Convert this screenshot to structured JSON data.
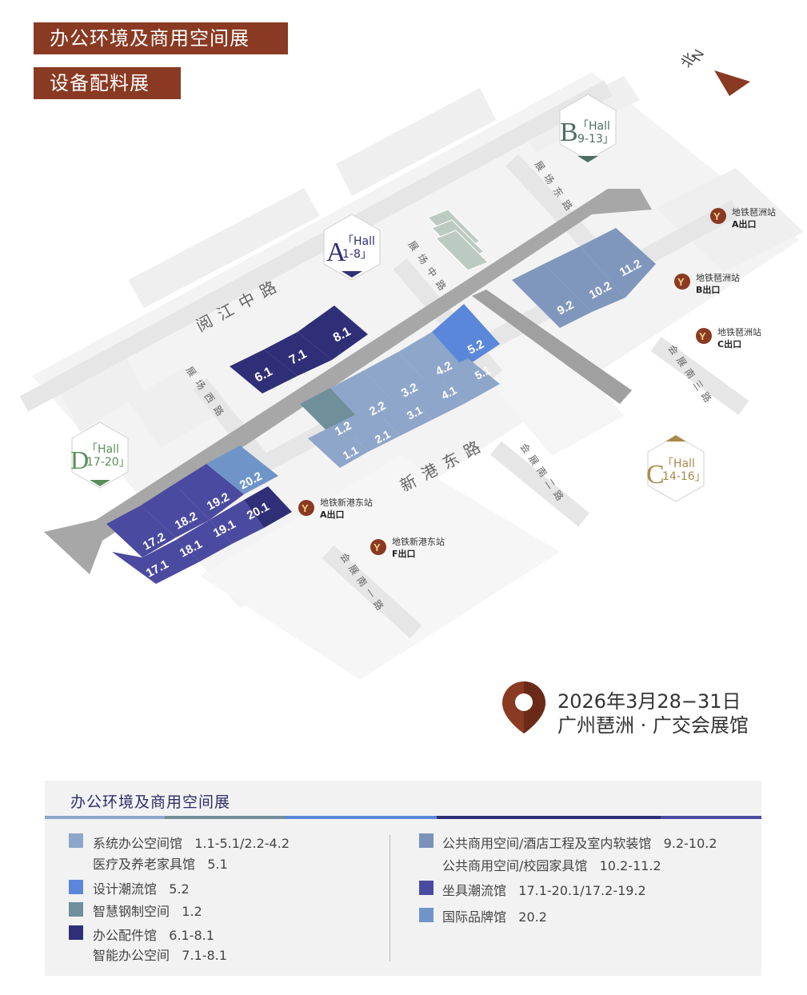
{
  "tags": {
    "office": "办公环境及商用空间展",
    "equipment": "设备配料展"
  },
  "north": "北",
  "colors": {
    "brown": "#8a3a22",
    "system": "#8ea6c9",
    "design": "#5a87d9",
    "steel": "#6f8f9a",
    "accessory": "#2f2f78",
    "public": "#7a91b8",
    "seat": "#4a4aa0",
    "intl": "#6f95c8"
  },
  "halls": {
    "a": {
      "letter": "A",
      "l1": "「Hall",
      "l2": "1-8」"
    },
    "b": {
      "letter": "B",
      "l1": "「Hall",
      "l2": "9-13」"
    },
    "c": {
      "letter": "C",
      "l1": "「Hall",
      "l2": "14-16」"
    },
    "d": {
      "letter": "D",
      "l1": "「Hall",
      "l2": "17-20」"
    }
  },
  "roads": {
    "yuejiang": "阅江中路",
    "xingang": "新港东路",
    "zc_xi": "展场西路",
    "zc_zhong": "展场中路",
    "zc_dong": "展场东路",
    "hz_nan1": "会展南一路",
    "hz_nan2": "会展南二路",
    "hz_nan3": "会展南三路"
  },
  "metro": [
    {
      "station": "地铁琶洲站",
      "exit": "A出口"
    },
    {
      "station": "地铁琶洲站",
      "exit": "B出口"
    },
    {
      "station": "地铁琶洲站",
      "exit": "C出口"
    },
    {
      "station": "地铁新港东站",
      "exit": "A出口"
    },
    {
      "station": "地铁新港东站",
      "exit": "F出口"
    }
  ],
  "hallnums": {
    "h11_2": "11.2",
    "h10_2": "10.2",
    "h9_2": "9.2",
    "h8_1": "8.1",
    "h7_1": "7.1",
    "h6_1": "6.1",
    "h5_2": "5.2",
    "h4_2": "4.2",
    "h3_2": "3.2",
    "h2_2": "2.2",
    "h1_2": "1.2",
    "h5_1": "5.1",
    "h4_1": "4.1",
    "h3_1": "3.1",
    "h2_1": "2.1",
    "h1_1": "1.1",
    "h20_2": "20.2",
    "h19_2": "19.2",
    "h18_2": "18.2",
    "h17_2": "17.2",
    "h20_1": "20.1",
    "h19_1": "19.1",
    "h18_1": "18.1",
    "h17_1": "17.1"
  },
  "event": {
    "date": "2026年3月28−31日",
    "venue": "广州琶洲 · 广交会展馆"
  },
  "legend": {
    "title": "办公环境及商用空间展",
    "left": [
      {
        "label": "系统办公空间馆",
        "halls": "1.1-5.1/2.2-4.2",
        "color": "#8ea6c9"
      },
      {
        "label": "医疗及养老家具馆",
        "halls": "5.1"
      },
      {
        "label": "设计潮流馆",
        "halls": "5.2",
        "color": "#5a87d9"
      },
      {
        "label": "智慧钢制空间",
        "halls": "1.2",
        "color": "#6f8f9a"
      },
      {
        "label": "办公配件馆",
        "halls": "6.1-8.1",
        "color": "#2f2f78"
      },
      {
        "label": "智能办公空间",
        "halls": "7.1-8.1"
      }
    ],
    "right": [
      {
        "label": "公共商用空间/酒店工程及室内软装馆",
        "halls": "9.2-10.2",
        "color": "#7a91b8"
      },
      {
        "label": "公共商用空间/校园家具馆",
        "halls": "10.2-11.2"
      },
      {
        "label": "坐具潮流馆",
        "halls": "17.1-20.1/17.2-19.2",
        "color": "#4a4aa0"
      },
      {
        "label": "国际品牌馆",
        "halls": "20.2",
        "color": "#6f95c8"
      }
    ]
  }
}
